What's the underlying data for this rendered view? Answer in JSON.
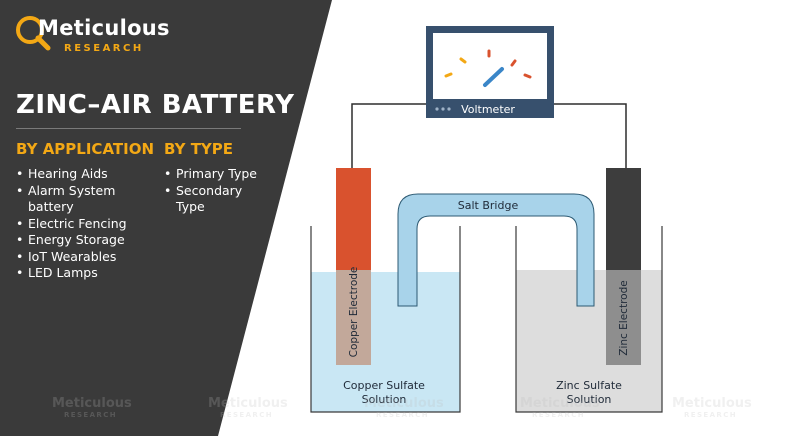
{
  "logo": {
    "name_main": "Meticulous",
    "name_sub": "RESEARCH"
  },
  "title": "ZINC–AIR BATTERY",
  "by_application": {
    "heading": "BY APPLICATION",
    "items": [
      "Hearing Aids",
      "Alarm System battery",
      "Electric Fencing",
      "Energy Storage",
      "IoT Wearables",
      "LED Lamps"
    ]
  },
  "by_type": {
    "heading": "BY TYPE",
    "items": [
      "Primary Type",
      "Secondary Type"
    ]
  },
  "diagram": {
    "voltmeter_label": "Voltmeter",
    "salt_bridge_label": "Salt Bridge",
    "left_electrode_label": "Copper Electrode",
    "right_electrode_label": "Zinc Electrode",
    "left_solution_line1": "Copper Sulfate",
    "left_solution_line2": "Solution",
    "right_solution_line1": "Zinc Sulfate",
    "right_solution_line2": "Solution"
  },
  "watermark": {
    "main": "Meticulous",
    "sub": "RESEARCH"
  },
  "colors": {
    "panel": "#3a3a3a",
    "accent": "#f3a815",
    "copper_electrode": "#d9522e",
    "zinc_electrode": "#3d3d3d",
    "copper_solution": "#c9e7f4",
    "zinc_solution": "#dddddd",
    "salt_bridge": "#a8d3ea",
    "voltmeter_body": "#37506d"
  }
}
